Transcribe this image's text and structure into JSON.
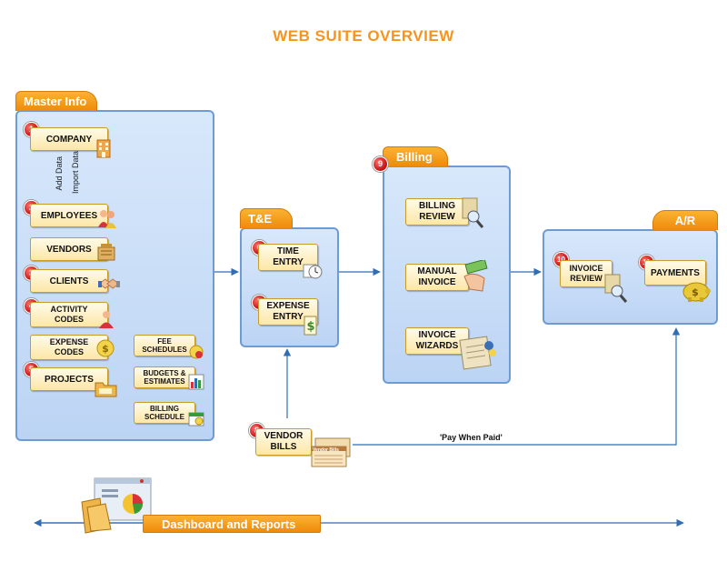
{
  "title": "WEB SUITE  OVERVIEW",
  "panels": {
    "master": "Master Info",
    "te": "T&E",
    "billing": "Billing",
    "ar": "A/R"
  },
  "master": {
    "company": "COMPANY",
    "add_data": "Add Data",
    "import_data": "Import Data",
    "employees": "EMPLOYEES",
    "vendors": "VENDORS",
    "clients": "CLIENTS",
    "activity_codes_1": "ACTIVITY",
    "activity_codes_2": "CODES",
    "expense_codes_1": "EXPENSE",
    "expense_codes_2": "CODES",
    "projects": "PROJECTS",
    "fee_schedules_1": "FEE",
    "fee_schedules_2": "SCHEDULES",
    "budgets_1": "BUDGETS &",
    "budgets_2": "ESTIMATES",
    "billing_schedule_1": "BILLING",
    "billing_schedule_2": "SCHEDULE"
  },
  "te": {
    "time_entry_1": "TIME",
    "time_entry_2": "ENTRY",
    "expense_entry_1": "EXPENSE",
    "expense_entry_2": "ENTRY"
  },
  "billing": {
    "billing_review_1": "BILLING",
    "billing_review_2": "REVIEW",
    "manual_invoice_1": "MANUAL",
    "manual_invoice_2": "INVOICE",
    "invoice_wizards_1": "INVOICE",
    "invoice_wizards_2": "WIZARDS"
  },
  "ar": {
    "invoice_review_1": "INVOICE",
    "invoice_review_2": "REVIEW",
    "payments": "PAYMENTS"
  },
  "vendor_bills_1": "VENDOR",
  "vendor_bills_2": "BILLS",
  "vendor_bills_icon_text": "Vendor Bills",
  "pay_when_paid": "'Pay When Paid'",
  "dashboard": "Dashboard and Reports",
  "steps": [
    "1",
    "2",
    "3",
    "4",
    "5",
    "6",
    "7",
    "8",
    "9",
    "10",
    "11"
  ],
  "colors": {
    "accent": "#f7941d",
    "panel_border": "#6f9bd4",
    "line": "#2f6db5",
    "badge": "#c30d0d"
  },
  "icons": [
    "building-icon",
    "people-icon",
    "vendor-icon",
    "handshake-icon",
    "folder-icon",
    "fee-icon",
    "chart-icon",
    "calendar-icon",
    "clock-icon",
    "money-icon",
    "magnifier-icon",
    "hand-money-icon",
    "wizard-icon",
    "piggy-bank-icon",
    "dashboard-icon"
  ]
}
